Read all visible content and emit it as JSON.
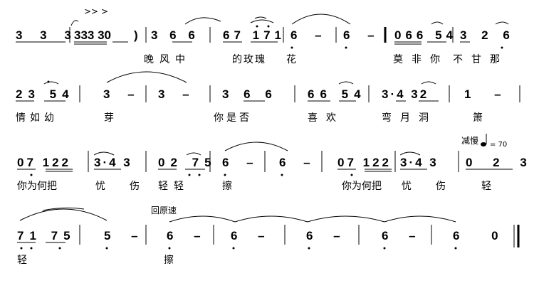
{
  "score": {
    "marks": {
      "accents": ">>  >",
      "paren_close": ")",
      "rit": "减慢",
      "tempo": "= 70",
      "a_tempo": "回原速"
    },
    "systems": [
      {
        "measures": [
          "3 3 3",
          "333 30",
          "3 6 6",
          "67 171",
          "6 –",
          "6 –",
          "066 54",
          "3 2 6"
        ],
        "lyrics": [
          "晚风中",
          "的玫瑰",
          "花",
          "莫非你",
          "不甘那"
        ]
      },
      {
        "measures": [
          "23 54",
          "3 –",
          "3 –",
          "3 6 6",
          "66 54",
          "3·4 32",
          "1 –"
        ],
        "lyrics": [
          "情如幼",
          "芽",
          "你是否",
          "喜欢",
          "弯月洞",
          "箫"
        ]
      },
      {
        "measures": [
          "07 122",
          "3·4 3",
          "02 75",
          "6 –",
          "6 –",
          "07 122",
          "3·4 3",
          "0 2 3"
        ],
        "lyrics": [
          "你为何把",
          "忧",
          "伤",
          "轻轻",
          "擦",
          "你为何把",
          "忧",
          "伤",
          "轻"
        ]
      },
      {
        "measures": [
          "71 75",
          "5 –",
          "6 –",
          "6 –",
          "6 –",
          "6 –",
          "6 0"
        ],
        "lyrics": [
          "轻",
          "擦"
        ]
      }
    ]
  }
}
